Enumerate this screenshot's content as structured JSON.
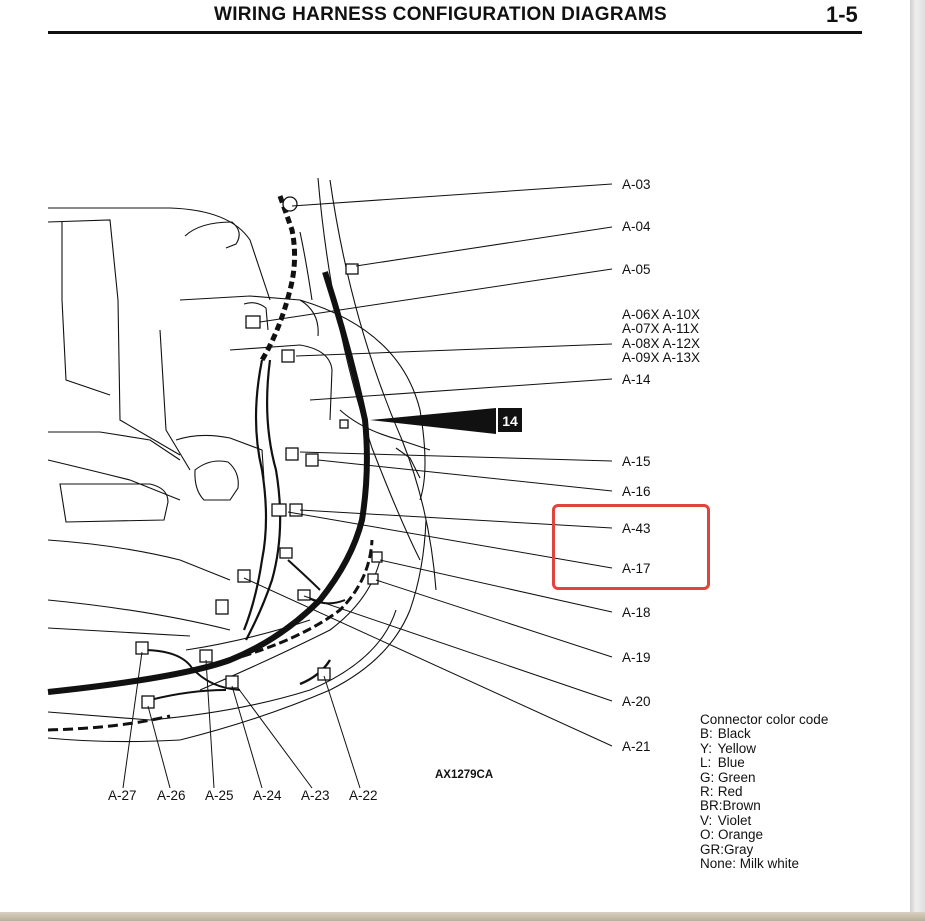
{
  "header": {
    "title": "WIRING HARNESS CONFIGURATION DIAGRAMS",
    "page_number": "1-5"
  },
  "diagram": {
    "right_labels": [
      "A-03",
      "A-04",
      "A-05",
      "A-06X A-10X",
      "A-07X A-11X",
      "A-08X A-12X",
      "A-09X A-13X",
      "A-14",
      "A-15",
      "A-16",
      "A-43",
      "A-17",
      "A-18",
      "A-19",
      "A-20",
      "A-21"
    ],
    "bottom_labels": [
      "A-27",
      "A-26",
      "A-25",
      "A-24",
      "A-23",
      "A-22"
    ],
    "callout_number": "14",
    "figure_code": "AX1279CA"
  },
  "color_code": {
    "title": "Connector color code",
    "entries": [
      {
        "code": "B:",
        "name": "Black"
      },
      {
        "code": "Y:",
        "name": "Yellow"
      },
      {
        "code": "L:",
        "name": "Blue"
      },
      {
        "code": "G:",
        "name": "Green"
      },
      {
        "code": "R:",
        "name": "Red"
      },
      {
        "code": "BR:",
        "name": "Brown"
      },
      {
        "code": "V:",
        "name": "Violet"
      },
      {
        "code": "O:",
        "name": "Orange"
      },
      {
        "code": "GR:",
        "name": "Gray"
      },
      {
        "code": "None:",
        "name": "Milk white"
      }
    ]
  },
  "annotation": {
    "highlight_color": "#e0443c"
  }
}
